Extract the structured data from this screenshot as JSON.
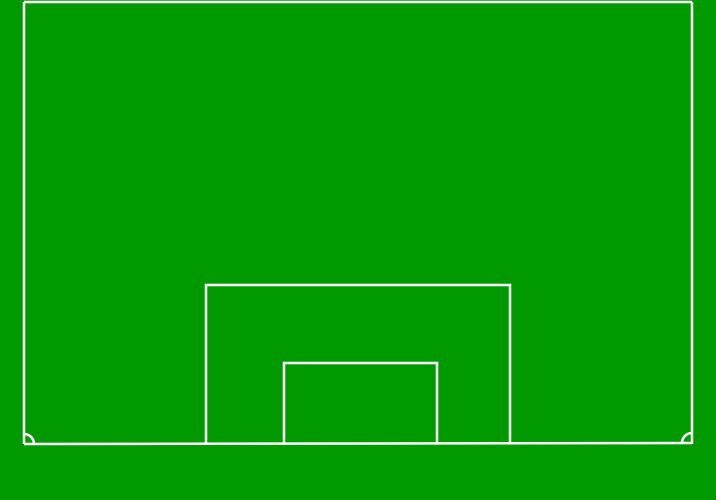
{
  "pitch": {
    "grass_color": "#009a00",
    "line_color": "#ffffff",
    "view": "half-pitch",
    "markings": [
      "touchline-left",
      "touchline-right",
      "halfway-line",
      "goal-line",
      "penalty-area",
      "goal-area",
      "corner-arcs"
    ]
  }
}
